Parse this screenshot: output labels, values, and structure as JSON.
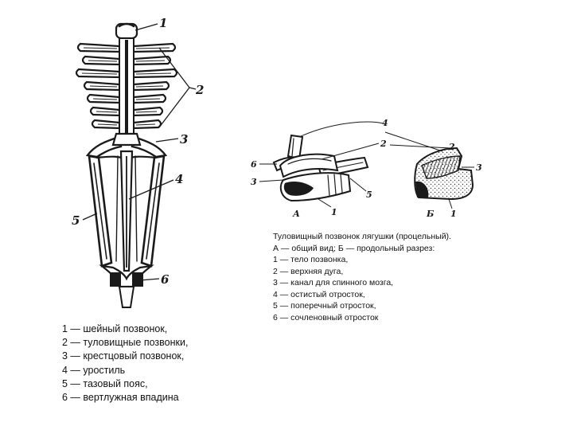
{
  "skeleton": {
    "labels": [
      "1",
      "2",
      "3",
      "4",
      "5",
      "6"
    ]
  },
  "vertebra": {
    "labels": [
      "4",
      "2",
      "6",
      "3",
      "5",
      "1",
      "А",
      "2",
      "3",
      "Б",
      "1"
    ]
  },
  "right_caption": [
    "Туловищный позвонок лягушки (процельный).",
    "А — общий  вид; Б — продольный разрез:",
    "1 — тело позвонка,",
    "2 — верхняя дуга,",
    "3 — канал для спинного  мозга,",
    "4 — остистый отросток,",
    "5 — поперечный отросток,",
    "6 — сочленовный  отросток"
  ],
  "left_legend": [
    "1 — шейный позвонок,",
    "2 — туловищные позвонки,",
    "3 — крестцовый позвонок,",
    "4 — уростиль",
    "5 — тазовый пояс,",
    "6 — вертлужная впадина"
  ]
}
